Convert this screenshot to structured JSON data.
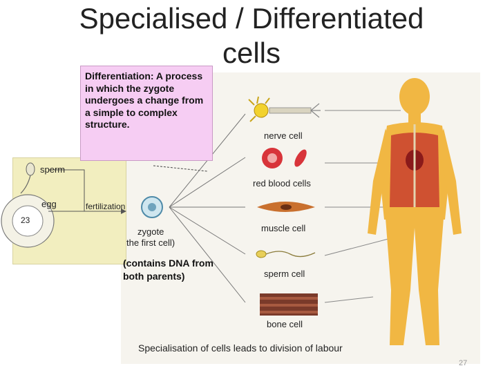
{
  "title_line1": "Specialised / Differentiated",
  "title_line2": "cells",
  "definition": "Differentiation: A process in which the zygote undergoes a change from a simple to complex structure.",
  "zygote_note": "(contains DNA from both parents)",
  "inset": {
    "sperm_label": "sperm",
    "egg_label": "egg",
    "chromosome_count": "23",
    "fertilization_label": "fertilization"
  },
  "zygote_label": "zygote",
  "zygote_sublabel": "the first cell)",
  "cells": {
    "nerve": "nerve cell",
    "red_blood": "red blood cells",
    "muscle": "muscle cell",
    "sperm": "sperm cell",
    "bone": "bone cell"
  },
  "caption": "Specialisation of cells leads to division of labour",
  "slide_number": "27",
  "colors": {
    "definition_bg": "#f6cdf3",
    "inset_bg": "#f2eebf",
    "body_skin": "#f1b743",
    "muscle_red": "#c9402e"
  }
}
